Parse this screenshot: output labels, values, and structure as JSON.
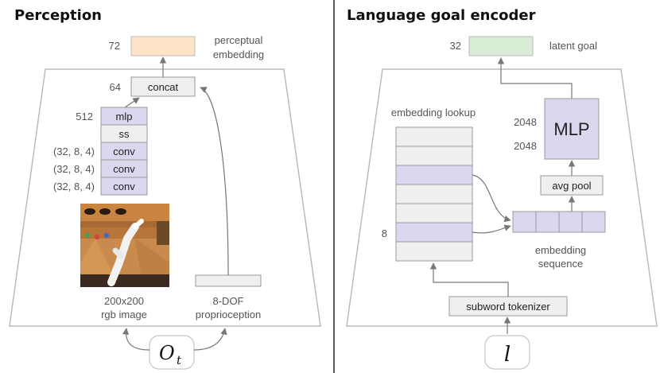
{
  "perception": {
    "title": "Perception",
    "output_dim": "72",
    "output_label_line1": "perceptual",
    "output_label_line2": "embedding",
    "concat_dim": "64",
    "concat_label": "concat",
    "stack": [
      {
        "dim": "512",
        "label": "mlp"
      },
      {
        "dim": "",
        "label": "ss"
      },
      {
        "dim": "(32, 8, 4)",
        "label": "conv"
      },
      {
        "dim": "(32, 8, 4)",
        "label": "conv"
      },
      {
        "dim": "(32, 8, 4)",
        "label": "conv"
      }
    ],
    "image_caption_line1": "200x200",
    "image_caption_line2": "rgb image",
    "proprio_line1": "8-DOF",
    "proprio_line2": "proprioception",
    "obs_symbol": "O",
    "obs_subscript": "t"
  },
  "language": {
    "title": "Language goal encoder",
    "output_dim": "32",
    "output_label": "latent  goal",
    "embedding_lookup_label": "embedding lookup",
    "mlp_label": "MLP",
    "mlp_dim_top": "2048",
    "mlp_dim_bottom": "2048",
    "avg_pool_label": "avg pool",
    "lookup_dim": "8",
    "sequence_label_line1": "embedding",
    "sequence_label_line2": "sequence",
    "tokenizer_label": "subword tokenizer",
    "input_symbol": "l"
  },
  "colors": {
    "orange": "#fde3c7",
    "green": "#d9ecd6",
    "purple": "#dcd6ee",
    "gray": "#efefef",
    "outline": "#aaaaaa"
  }
}
